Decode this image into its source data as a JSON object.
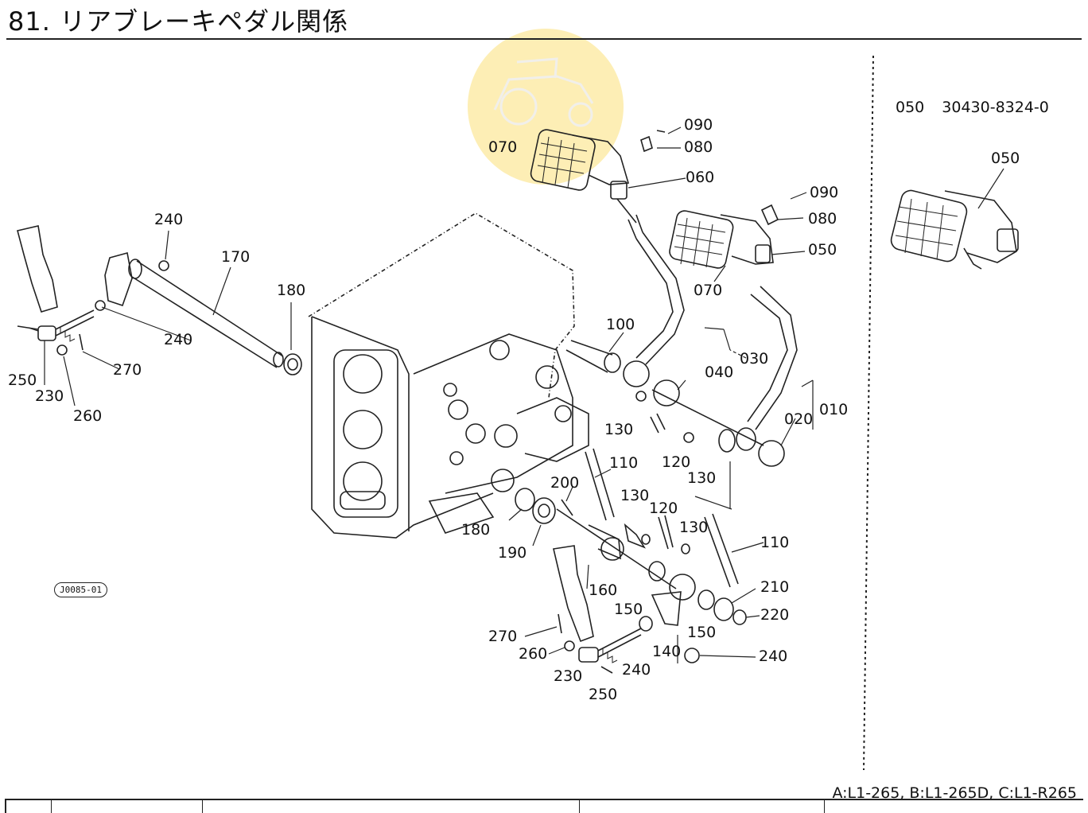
{
  "page": {
    "title": "81. リアブレーキペダル関係",
    "diagram_code": "J0085-01",
    "model_note": "A:L1-265, B:L1-265D, C:L1-R265"
  },
  "detail": {
    "part_no": "050",
    "part_code": "30430-8324-0",
    "label": "050"
  },
  "callouts": [
    {
      "id": "c090a",
      "text": "090"
    },
    {
      "id": "c080a",
      "text": "080"
    },
    {
      "id": "c070a",
      "text": "070"
    },
    {
      "id": "c060",
      "text": "060"
    },
    {
      "id": "c090b",
      "text": "090"
    },
    {
      "id": "c080b",
      "text": "080"
    },
    {
      "id": "c050",
      "text": "050"
    },
    {
      "id": "c070b",
      "text": "070"
    },
    {
      "id": "c100",
      "text": "100"
    },
    {
      "id": "c030",
      "text": "030"
    },
    {
      "id": "c040",
      "text": "040"
    },
    {
      "id": "c010",
      "text": "010"
    },
    {
      "id": "c020",
      "text": "020"
    },
    {
      "id": "c130a",
      "text": "130"
    },
    {
      "id": "c120a",
      "text": "120"
    },
    {
      "id": "c130b",
      "text": "130"
    },
    {
      "id": "c110a",
      "text": "110"
    },
    {
      "id": "c200",
      "text": "200"
    },
    {
      "id": "c130c",
      "text": "130"
    },
    {
      "id": "c120b",
      "text": "120"
    },
    {
      "id": "c130d",
      "text": "130"
    },
    {
      "id": "c110b",
      "text": "110"
    },
    {
      "id": "c180a",
      "text": "180"
    },
    {
      "id": "c190",
      "text": "190"
    },
    {
      "id": "c160",
      "text": "160"
    },
    {
      "id": "c210",
      "text": "210"
    },
    {
      "id": "c150a",
      "text": "150"
    },
    {
      "id": "c150b",
      "text": "150"
    },
    {
      "id": "c220",
      "text": "220"
    },
    {
      "id": "c270a",
      "text": "270"
    },
    {
      "id": "c260a",
      "text": "260"
    },
    {
      "id": "c230a",
      "text": "230"
    },
    {
      "id": "c240a",
      "text": "240"
    },
    {
      "id": "c140",
      "text": "140"
    },
    {
      "id": "c240b",
      "text": "240"
    },
    {
      "id": "c250a",
      "text": "250"
    },
    {
      "id": "c240c",
      "text": "240"
    },
    {
      "id": "c170",
      "text": "170"
    },
    {
      "id": "c180b",
      "text": "180"
    },
    {
      "id": "c240d",
      "text": "240"
    },
    {
      "id": "c270b",
      "text": "270"
    },
    {
      "id": "c250b",
      "text": "250"
    },
    {
      "id": "c230b",
      "text": "230"
    },
    {
      "id": "c260b",
      "text": "260"
    }
  ]
}
